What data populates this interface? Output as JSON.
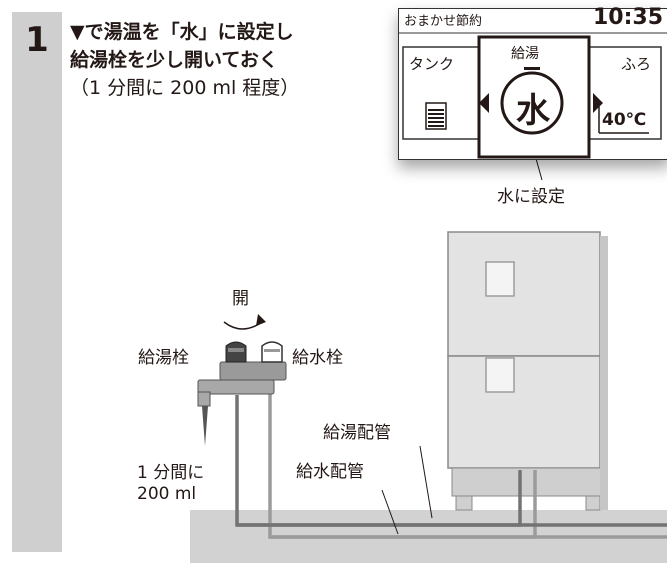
{
  "step": {
    "number": "1"
  },
  "instruction": {
    "line1": "▼で湯温を「水」に設定し",
    "line2": "給湯栓を少し開いておく",
    "line3": "（1 分間に 200 ml 程度）"
  },
  "panel": {
    "title": "おまかせ節約",
    "time": "10:35",
    "tank_label": "タンク",
    "kyuto_label": "給湯",
    "bath_label": "ふろ",
    "water_symbol": "水",
    "bath_temp": "40℃"
  },
  "callout": {
    "water_setting": "水に設定"
  },
  "diagram": {
    "open_label": "開",
    "hot_tap_label": "給湯栓",
    "cold_tap_label": "給水栓",
    "flow_line1": "1 分間に",
    "flow_line2": "200 ml",
    "hot_pipe_label": "給湯配管",
    "cold_pipe_label": "給水配管"
  }
}
